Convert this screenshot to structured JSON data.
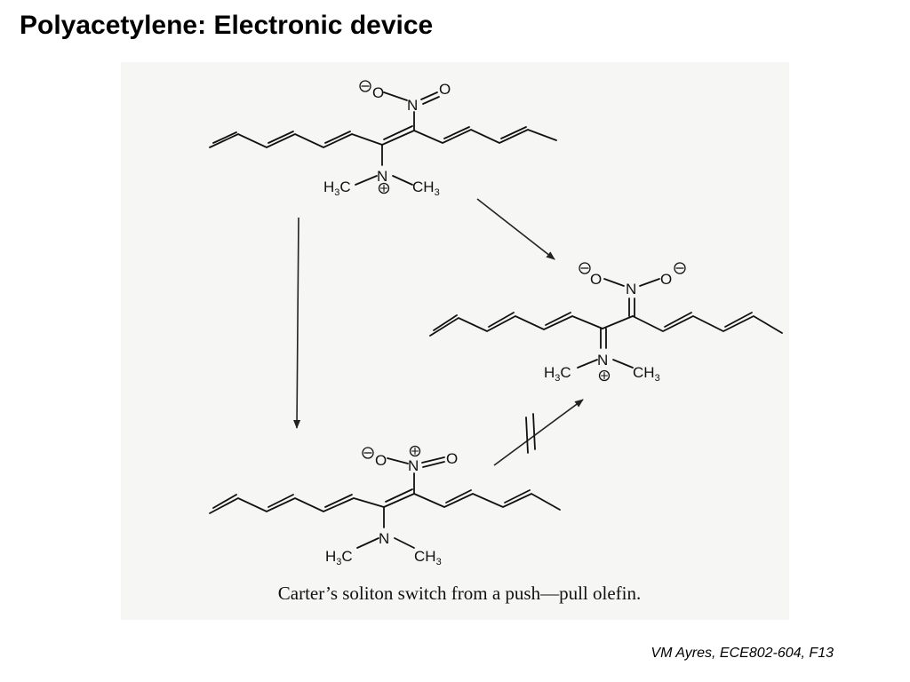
{
  "slide": {
    "title": "Polyacetylene: Electronic device",
    "footer": "VM Ayres, ECE802-604, F13"
  },
  "figure": {
    "caption": "Carter’s soliton switch from a push—pull olefin.",
    "atoms": {
      "o": "O",
      "n": "N",
      "h": "H",
      "c": "C",
      "three": "3"
    }
  }
}
